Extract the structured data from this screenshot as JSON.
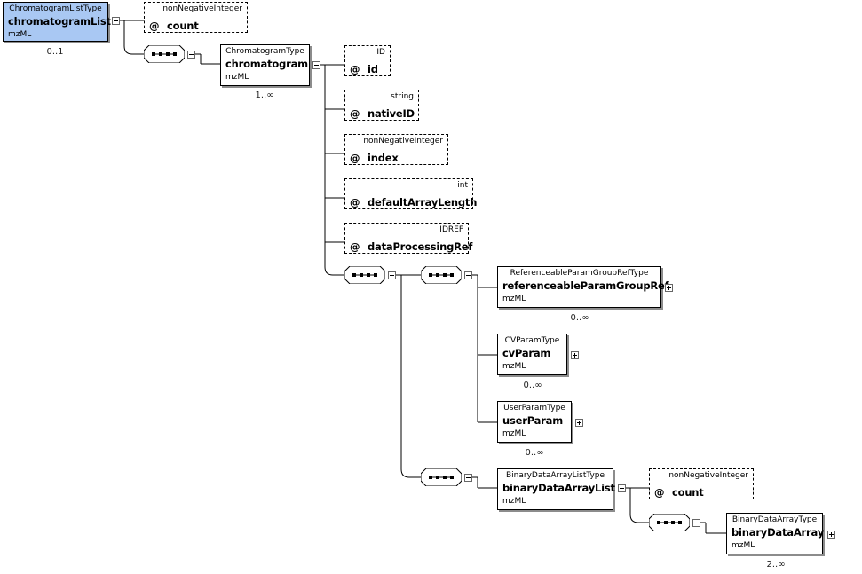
{
  "root": {
    "type": "ChromatogramListType",
    "name": "chromatogramList",
    "namespace": "mzML",
    "cardinality": "0..1"
  },
  "root_count_attr": {
    "type": "nonNegativeInteger",
    "at": "@",
    "name": "count"
  },
  "chromatogram": {
    "type": "ChromatogramType",
    "name": "chromatogram",
    "namespace": "mzML",
    "cardinality": "1..∞"
  },
  "attributes": [
    {
      "type": "ID",
      "at": "@",
      "name": "id"
    },
    {
      "type": "string",
      "at": "@",
      "name": "nativeID"
    },
    {
      "type": "nonNegativeInteger",
      "at": "@",
      "name": "index"
    },
    {
      "type": "int",
      "at": "@",
      "name": "defaultArrayLength"
    },
    {
      "type": "IDREF",
      "at": "@",
      "name": "dataProcessingRef"
    }
  ],
  "param_elements": [
    {
      "type": "ReferenceableParamGroupRefType",
      "name": "referenceableParamGroupRef",
      "namespace": "mzML",
      "cardinality": "0..∞"
    },
    {
      "type": "CVParamType",
      "name": "cvParam",
      "namespace": "mzML",
      "cardinality": "0..∞"
    },
    {
      "type": "UserParamType",
      "name": "userParam",
      "namespace": "mzML",
      "cardinality": "0..∞"
    }
  ],
  "binary_list": {
    "type": "BinaryDataArrayListType",
    "name": "binaryDataArrayList",
    "namespace": "mzML"
  },
  "binary_count_attr": {
    "type": "nonNegativeInteger",
    "at": "@",
    "name": "count"
  },
  "binary_array": {
    "type": "BinaryDataArrayType",
    "name": "binaryDataArray",
    "namespace": "mzML",
    "cardinality": "2..∞"
  },
  "colors": {
    "root_fill": "#a9c8f3",
    "shadow": "#8c8c8c",
    "line": "#000000"
  }
}
